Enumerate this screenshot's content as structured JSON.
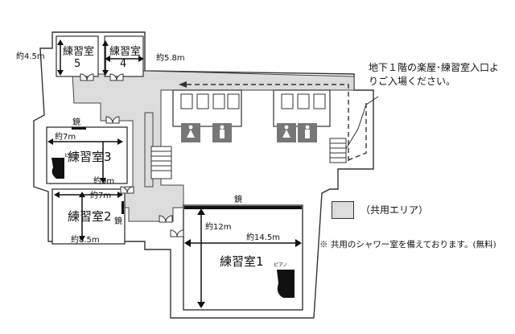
{
  "rooms": {
    "room1": {
      "label": "練習室1",
      "width": "約14.5m",
      "depth": "約12m",
      "mirror": "鏡",
      "piano": "ピアノ"
    },
    "room2": {
      "label": "練習室2",
      "width": "約7m",
      "depth": "約8.5m",
      "mirror": "鏡"
    },
    "room3": {
      "label": "練習室3",
      "width": "約7m",
      "depth": "約9m",
      "mirror": "鏡",
      "piano": "ピアノ"
    },
    "room4": {
      "label_line1": "練習室",
      "label_line2": "4",
      "size": "約5.8m"
    },
    "room5": {
      "label_line1": "練習室",
      "label_line2": "5",
      "size": "約4.5m"
    }
  },
  "notes": {
    "entrance": "地下１階の楽屋･練習室入口よりご入場ください。",
    "shower": "※ 共用のシャワー室を備えております。(無料)"
  },
  "legend": {
    "shared_area": "（共用エリア）"
  },
  "colors": {
    "shared_area": "#dcdcdc",
    "lines": "#333333",
    "wall": "#ffffff"
  },
  "icons": [
    "female-restroom-icon",
    "male-restroom-icon",
    "piano-icon",
    "door-icon",
    "stairs-icon"
  ]
}
